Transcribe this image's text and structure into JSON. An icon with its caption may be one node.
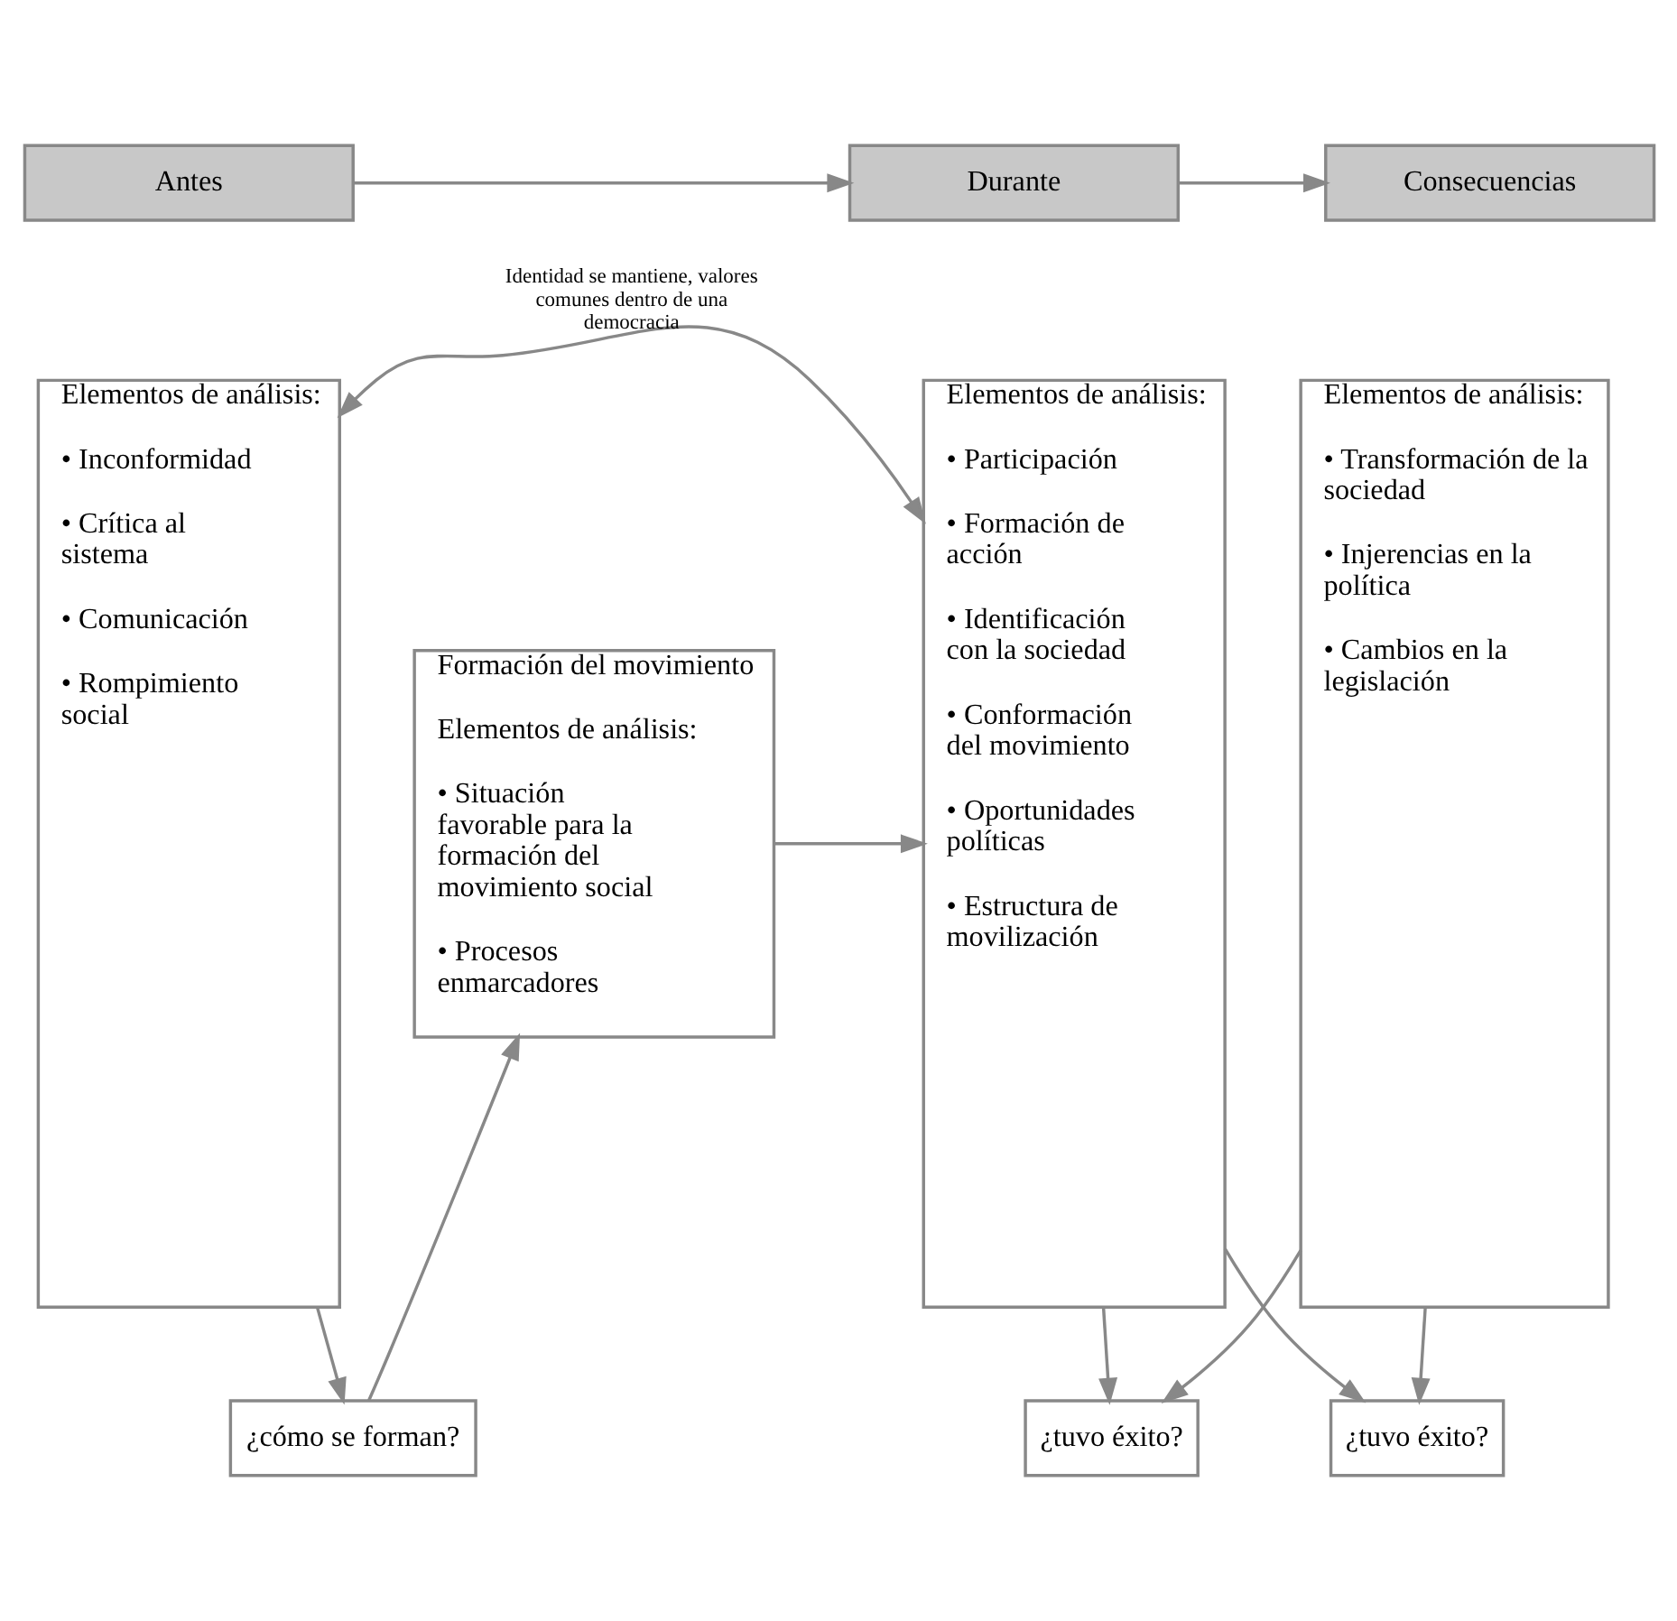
{
  "diagram": {
    "nodes": [
      {
        "text": [
          "Antes"
        ]
      },
      {
        "text": [
          "Durante"
        ]
      },
      {
        "text": [
          "Consecuencias"
        ]
      },
      {
        "text": [
          "Elementos de análisis:",
          "• Inconformidad",
          "• Crítica al sistema",
          "• Comunicación",
          "• Rompimiento social"
        ]
      },
      {
        "text": [
          "Elementos de análisis:",
          "• Participación",
          "• Formación de acción",
          "• Identificación con la sociedad",
          "• Conformación del movimiento",
          "• Oportunidades políticas",
          "• Estructura de movilización"
        ]
      },
      {
        "text": [
          "Elementos de análisis:",
          "• Transformación de la sociedad",
          "• Injerencias en la política",
          "• Cambios en la legislación"
        ]
      },
      {
        "text": [
          "Formación del movimiento",
          "Elementos de análisis:",
          "• Situación favorable para la formación del movimiento social",
          "• Procesos enmarcadores"
        ]
      },
      {
        "text": [
          "¿cómo se forman?"
        ]
      },
      {
        "text": [
          "¿tuvo éxito?"
        ]
      },
      {
        "text": [
          "¿tuvo éxito?"
        ]
      }
    ],
    "edges": [
      {
        "from": 0,
        "to": 1,
        "arrow": "to"
      },
      {
        "from": 1,
        "to": 2,
        "arrow": "to"
      },
      {
        "from": 3,
        "to": 4,
        "arrow": "both",
        "label": "Identidad se mantiene, valores comunes dentro de una democracia"
      },
      {
        "from": 3,
        "to": 7,
        "arrow": "to"
      },
      {
        "from": 7,
        "to": 6,
        "arrow": "to"
      },
      {
        "from": 6,
        "to": 4,
        "arrow": "to"
      },
      {
        "from": 4,
        "to": 8,
        "arrow": "to"
      },
      {
        "from": 4,
        "to": 9,
        "arrow": "to"
      },
      {
        "from": 5,
        "to": 8,
        "arrow": "to"
      },
      {
        "from": 5,
        "to": 9,
        "arrow": "to"
      }
    ]
  }
}
